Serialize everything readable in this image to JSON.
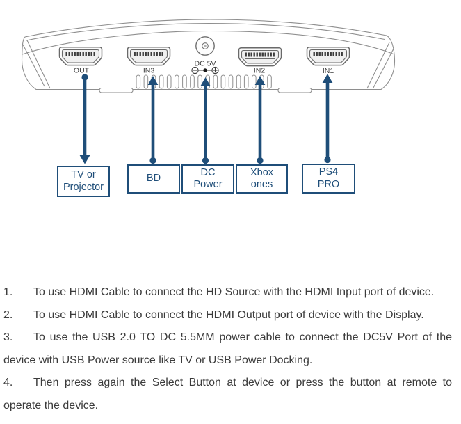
{
  "diagram": {
    "device": {
      "port_labels": {
        "out": "OUT",
        "in3": "IN3",
        "dc": "DC 5V",
        "in2": "IN2",
        "in1": "IN1"
      }
    },
    "boxes": {
      "tv": {
        "lines": [
          "TV or",
          "Projector"
        ]
      },
      "bd": {
        "lines": [
          "BD"
        ]
      },
      "dc": {
        "lines": [
          "DC",
          "Power"
        ]
      },
      "xbox": {
        "lines": [
          "Xbox",
          "ones"
        ]
      },
      "ps4": {
        "lines": [
          "PS4",
          "PRO"
        ]
      }
    },
    "colors": {
      "connector_navy": "#1f4e79",
      "line_art_gray": "#8e8e8e"
    }
  },
  "instructions": {
    "items": [
      {
        "num": "1.",
        "lines": [
          "To use HDMI Cable to connect the HD Source with the HDMI Input port of device."
        ]
      },
      {
        "num": "2.",
        "lines": [
          "To use HDMI Cable to connect the HDMI Output port of device with the Display."
        ]
      },
      {
        "num": "3.",
        "lines": [
          "To use the USB 2.0 TO DC 5.5MM power cable to connect the DC5V Port of the",
          "device with USB Power source like TV or USB Power Docking."
        ]
      },
      {
        "num": "4.",
        "lines": [
          "Then press again the Select Button at device or press the button at remote to",
          "operate the device."
        ]
      }
    ]
  }
}
